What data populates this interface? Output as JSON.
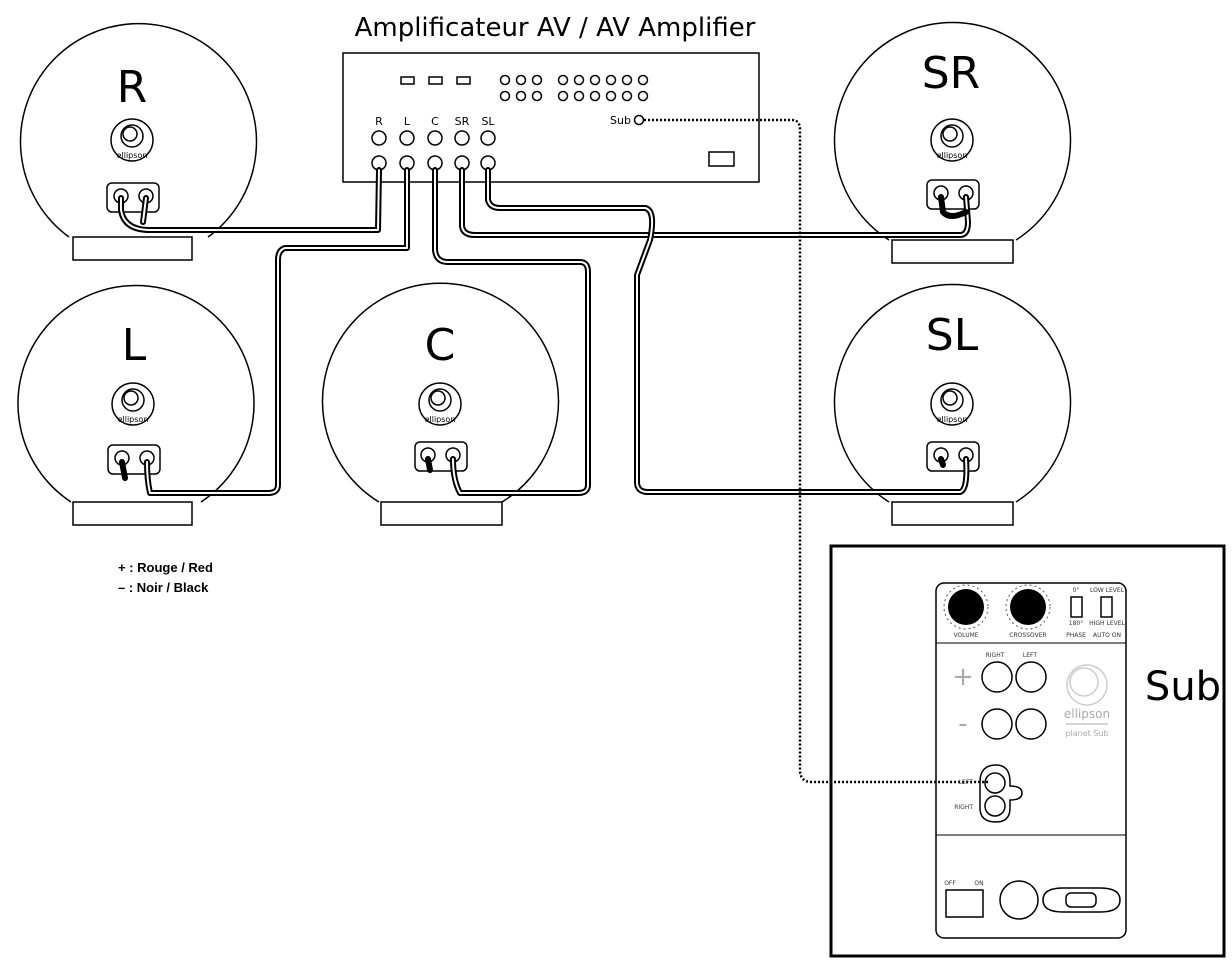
{
  "title": "Amplificateur AV / AV Amplifier",
  "amplifier": {
    "terminals": [
      "R",
      "L",
      "C",
      "SR",
      "SL"
    ],
    "sub_label": "Sub"
  },
  "speakers": [
    {
      "id": "R",
      "label": "R",
      "brand": "ellipson"
    },
    {
      "id": "SR",
      "label": "SR",
      "brand": "ellipson"
    },
    {
      "id": "L",
      "label": "L",
      "brand": "ellipson"
    },
    {
      "id": "C",
      "label": "C",
      "brand": "ellipson"
    },
    {
      "id": "SL",
      "label": "SL",
      "brand": "ellipson"
    }
  ],
  "legend": {
    "plus": "+ : Rouge / Red",
    "minus": "– : Noir / Black"
  },
  "subwoofer": {
    "label": "Sub",
    "panel": {
      "volume": "VOLUME",
      "crossover": "CROSSOVER",
      "phase": "PHASE",
      "auto_on": "AUTO ON",
      "phase_top": "0°",
      "phase_bottom": "180°",
      "auto_top": "LOW LEVEL",
      "auto_bottom": "HIGH LEVEL",
      "right": "RIGHT",
      "left": "LEFT",
      "plus": "+",
      "minus": "-",
      "brand": "ellipson",
      "model": "planet Sub",
      "line_right": "RIGHT",
      "line_left": "LEFT",
      "off": "OFF",
      "on": "ON"
    }
  }
}
